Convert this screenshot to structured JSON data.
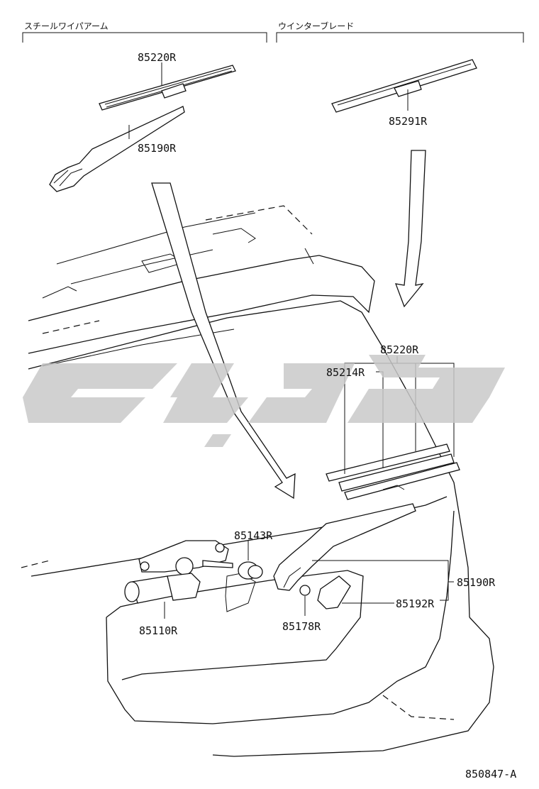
{
  "sections": {
    "left_header": "スチールワイパアーム",
    "right_header": "ウインターブレード"
  },
  "parts": {
    "p85220R_top": "85220R",
    "p85190R_top": "85190R",
    "p85291R": "85291R",
    "p85220R_mid": "85220R",
    "p85214R": "85214R",
    "p85143R": "85143R",
    "p85190R_right": "85190R",
    "p85192R": "85192R",
    "p85110R": "85110R",
    "p85178R": "85178R"
  },
  "diagram_code": "850847-A"
}
